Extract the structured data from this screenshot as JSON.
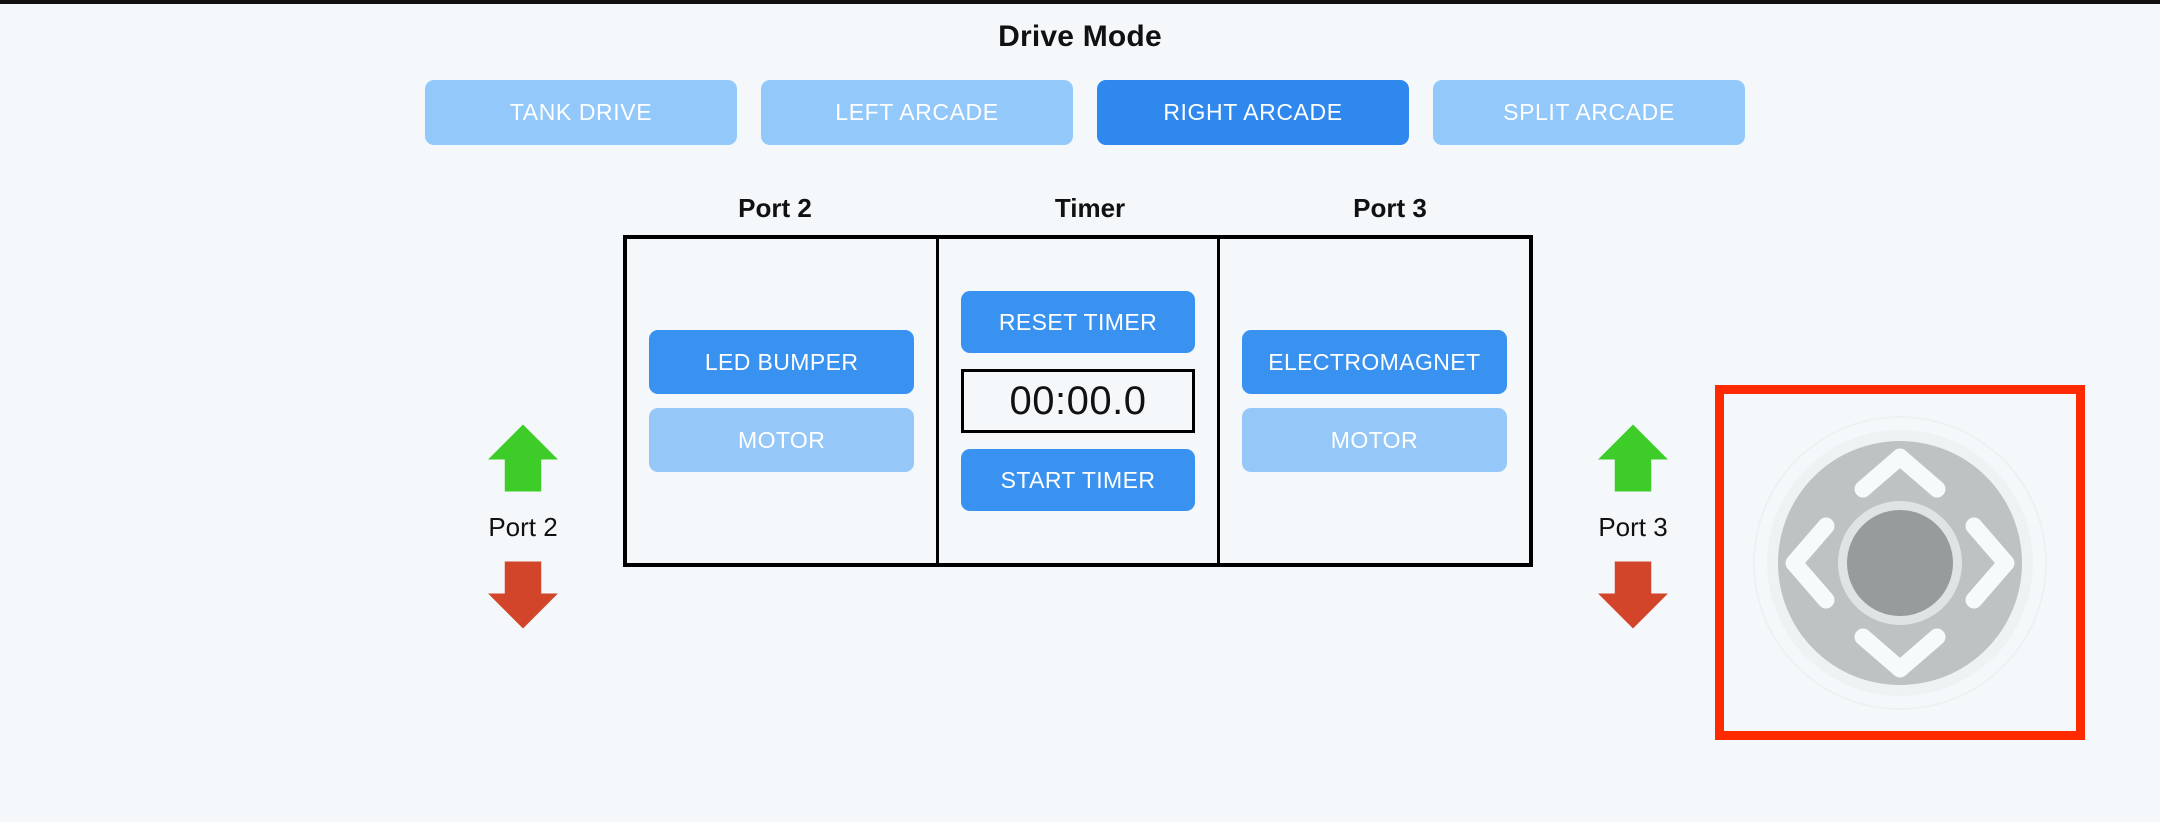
{
  "page": {
    "background_color": "#f4f8fa",
    "accent_active": "#2f88ee",
    "accent_inactive": "#92c8fa",
    "highlight_border": "#ff2a00"
  },
  "drive_mode": {
    "title": "Drive Mode",
    "options": [
      {
        "label": "TANK DRIVE",
        "selected": false
      },
      {
        "label": "LEFT ARCADE",
        "selected": false
      },
      {
        "label": "RIGHT ARCADE",
        "selected": true
      },
      {
        "label": "SPLIT ARCADE",
        "selected": false
      }
    ]
  },
  "panels": {
    "port2": {
      "title": "Port 2",
      "primary_button": "LED BUMPER",
      "secondary_button": "MOTOR"
    },
    "timer": {
      "title": "Timer",
      "reset_button": "RESET TIMER",
      "display_value": "00:00.0",
      "start_button": "START TIMER"
    },
    "port3": {
      "title": "Port 3",
      "primary_button": "ELECTROMAGNET",
      "secondary_button": "MOTOR"
    }
  },
  "indicators": [
    {
      "label": "Port 2",
      "up_icon": "arrow-up-icon",
      "up_color": "#3ecc28",
      "down_icon": "arrow-down-icon",
      "down_color": "#d2452a"
    },
    {
      "label": "Port 3",
      "up_icon": "arrow-up-icon",
      "up_color": "#3ecc28",
      "down_icon": "arrow-down-icon",
      "down_color": "#d2452a"
    }
  ],
  "dpad": {
    "name": "directional-pad",
    "disc_color": "#bdc2c2",
    "center_color": "#969c9c",
    "ring_color": "#dee3e3",
    "chevron_color": "#f7fafa",
    "directions": [
      "up",
      "right",
      "down",
      "left"
    ]
  }
}
